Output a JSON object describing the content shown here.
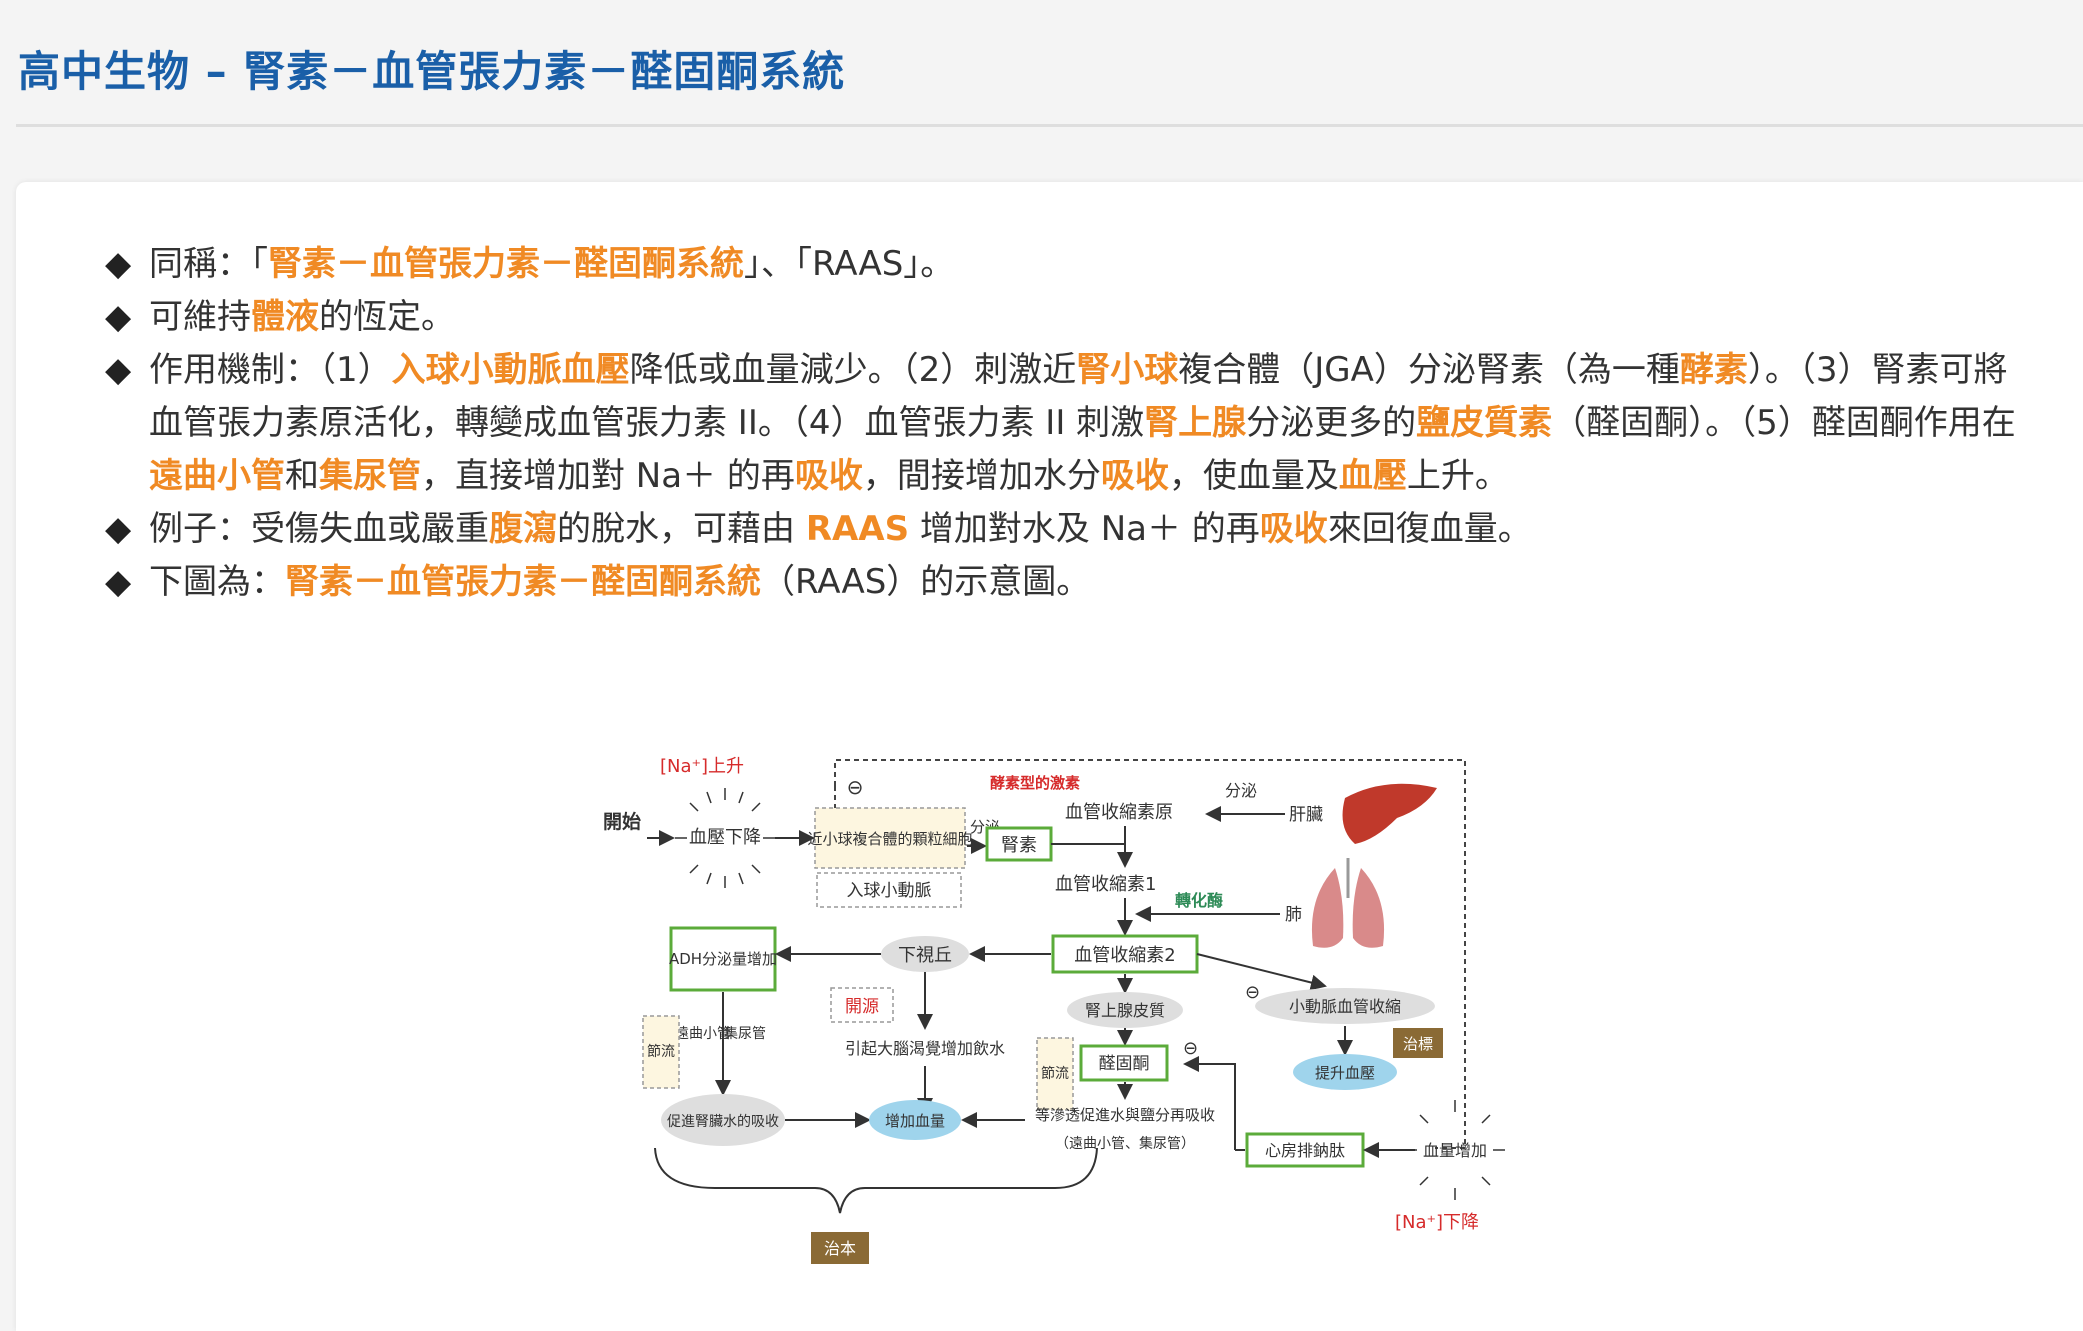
{
  "page": {
    "title": "高中生物 – 腎素－血管張力素－醛固酮系統"
  },
  "bullets": [
    {
      "segments": [
        {
          "t": "同稱：「"
        },
        {
          "t": "腎素－血管張力素－醛固酮系統",
          "hl": true
        },
        {
          "t": "」、「RAAS」。"
        }
      ]
    },
    {
      "segments": [
        {
          "t": "可維持"
        },
        {
          "t": "體液",
          "hl": true
        },
        {
          "t": "的恆定。"
        }
      ]
    },
    {
      "segments": [
        {
          "t": "作用機制：（1）"
        },
        {
          "t": "入球小動脈血壓",
          "hl": true
        },
        {
          "t": "降低或血量減少。（2）刺激近"
        },
        {
          "t": "腎小球",
          "hl": true
        },
        {
          "t": "複合體（JGA）分泌腎素（為一種"
        },
        {
          "t": "酵素",
          "hl": true
        },
        {
          "t": "）。（3）腎素可將血管張力素原活化，轉變成血管張力素 II。（4）血管張力素 II 刺激"
        },
        {
          "t": "腎上腺",
          "hl": true
        },
        {
          "t": "分泌更多的"
        },
        {
          "t": "鹽皮質素",
          "hl": true
        },
        {
          "t": "（醛固酮）。（5）醛固酮作用在"
        },
        {
          "t": "遠曲小管",
          "hl": true
        },
        {
          "t": "和"
        },
        {
          "t": "集尿管",
          "hl": true
        },
        {
          "t": "，直接增加對 Na＋ 的再"
        },
        {
          "t": "吸收",
          "hl": true
        },
        {
          "t": "，間接增加水分"
        },
        {
          "t": "吸收",
          "hl": true
        },
        {
          "t": "，使血量及"
        },
        {
          "t": "血壓",
          "hl": true
        },
        {
          "t": "上升。"
        }
      ]
    },
    {
      "segments": [
        {
          "t": "例子：受傷失血或嚴重"
        },
        {
          "t": "腹瀉",
          "hl": true
        },
        {
          "t": "的脫水，可藉由 "
        },
        {
          "t": "RAAS",
          "hl": true
        },
        {
          "t": " 增加對水及 Na＋ 的再"
        },
        {
          "t": "吸收",
          "hl": true
        },
        {
          "t": "來回復血量。"
        }
      ]
    },
    {
      "segments": [
        {
          "t": "下圖為："
        },
        {
          "t": "腎素－血管張力素－醛固酮系統",
          "hl": true
        },
        {
          "t": "（RAAS）的示意圖。"
        }
      ]
    }
  ],
  "diagram": {
    "na_rise": "[Na⁺]上升",
    "na_fall": "[Na⁺]下降",
    "start": "開始",
    "bp_drop": "血壓下降",
    "jga": "近小球複合體的顆粒細胞",
    "afferent": "入球小動脈",
    "secrete": "分泌",
    "enzyme_hormone": "酵素型的激素",
    "renin": "腎素",
    "angiotensinogen": "血管收縮素原",
    "secrete2": "分泌",
    "liver": "肝臟",
    "angiotensin1": "血管收縮素1",
    "converting_enzyme": "轉化酶",
    "lung": "肺",
    "adh": "ADH分泌量增加",
    "hypothalamus": "下視丘",
    "angiotensin2": "血管收縮素2",
    "arteriole_constrict": "小動脈血管收縮",
    "open_source": "開源",
    "adrenal_cortex": "腎上腺皮質",
    "treat_symptom": "治標",
    "distal_tubule": "遠曲小管",
    "collecting_duct": "集尿管",
    "save_flow": "節流",
    "thirst": "引起大腦渴覺增加飲水",
    "aldosterone": "醛固酮",
    "raise_bp": "提升血壓",
    "save_flow2": "節流",
    "kidney_water": "促進腎臟水的吸收",
    "increase_volume": "增加血量",
    "isotonic": "等滲透促進水與鹽分再吸收",
    "isotonic_sub": "（遠曲小管、集尿管）",
    "anp": "心房排鈉肽",
    "bv_increase": "血量增加",
    "treat_root": "治本",
    "minus": "⊖",
    "colors": {
      "green_border": "#5bab3a",
      "beige_fill": "#fdf6e0",
      "blue_fill": "#9fd4ec",
      "gray_fill": "#dedede",
      "red_text": "#d62b2b",
      "brown_fill": "#8a6a35",
      "liver": "#c0392b",
      "lung": "#d98a8a"
    }
  }
}
